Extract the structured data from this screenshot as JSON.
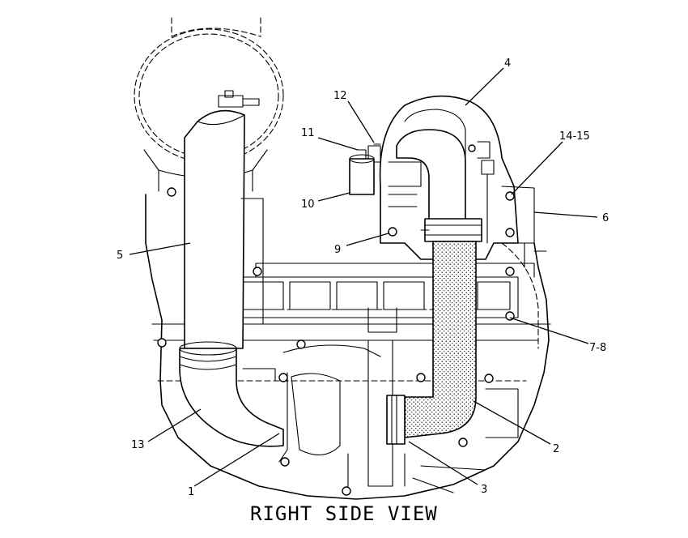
{
  "view_title": "RIGHT SIDE VIEW",
  "callouts": [
    {
      "id": "c1",
      "label": "1"
    },
    {
      "id": "c2",
      "label": "2"
    },
    {
      "id": "c3",
      "label": "3"
    },
    {
      "id": "c4",
      "label": "4"
    },
    {
      "id": "c5",
      "label": "5"
    },
    {
      "id": "c6",
      "label": "6"
    },
    {
      "id": "c7",
      "label": "7-8"
    },
    {
      "id": "c9",
      "label": "9"
    },
    {
      "id": "c10",
      "label": "10"
    },
    {
      "id": "c11",
      "label": "11"
    },
    {
      "id": "c12",
      "label": "12"
    },
    {
      "id": "c13",
      "label": "13"
    },
    {
      "id": "c14",
      "label": "14-15"
    }
  ]
}
